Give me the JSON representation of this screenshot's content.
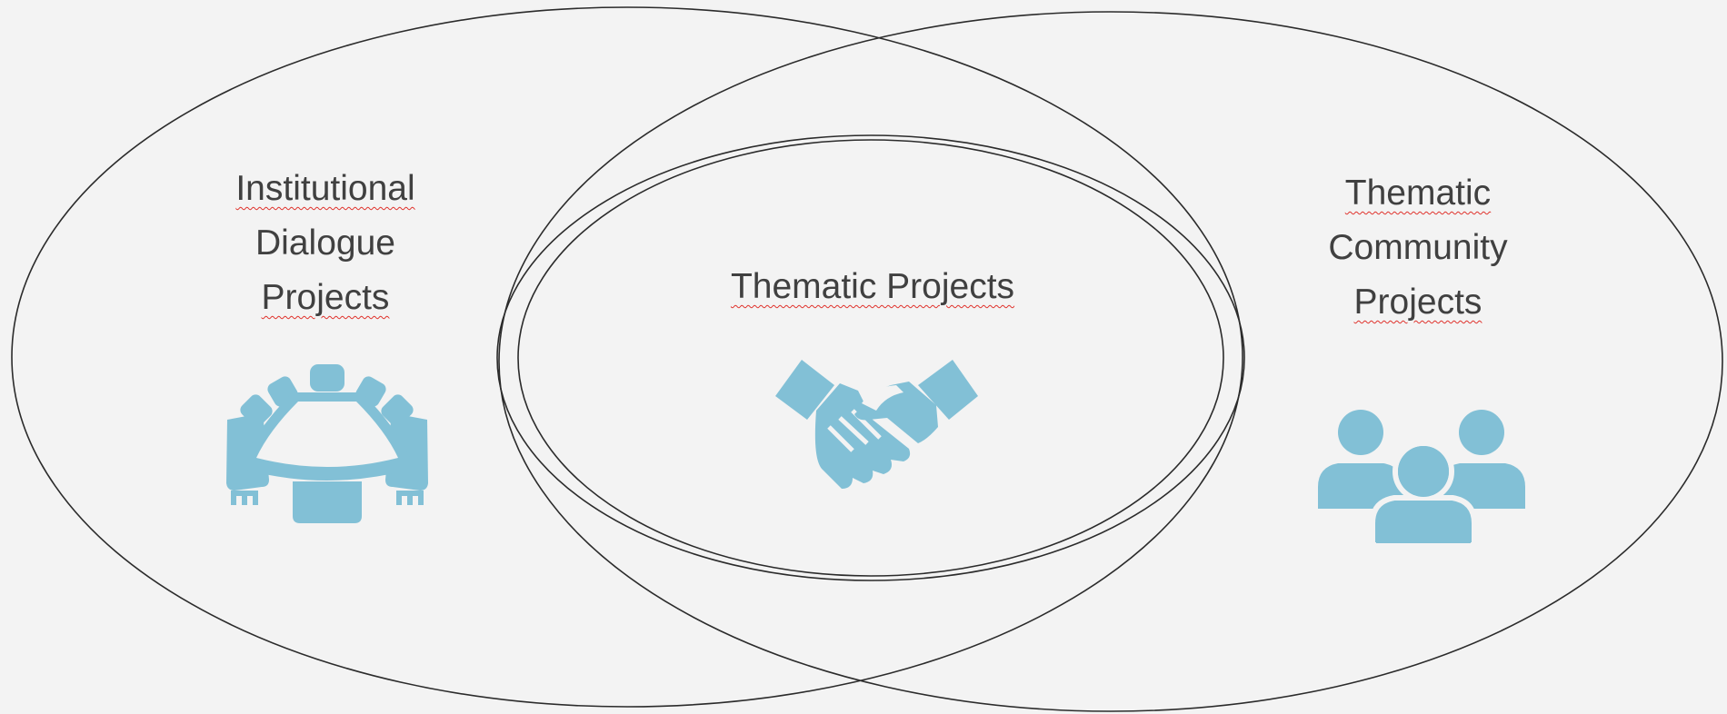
{
  "colors": {
    "background": "#f3f3f3",
    "outline": "#2b2b2b",
    "icon": "#82c0d6",
    "text": "#404040",
    "spellcheck_underline": "#e0312b"
  },
  "groups": {
    "left": {
      "label_lines": [
        "Institutional",
        "Dialogue",
        "Projects"
      ],
      "icon": "conference-table-icon"
    },
    "center": {
      "label_lines": [
        "Thematic Projects"
      ],
      "icon": "handshake-icon"
    },
    "right": {
      "label_lines": [
        "Thematic",
        "Community",
        "Projects"
      ],
      "icon": "people-group-icon"
    }
  }
}
